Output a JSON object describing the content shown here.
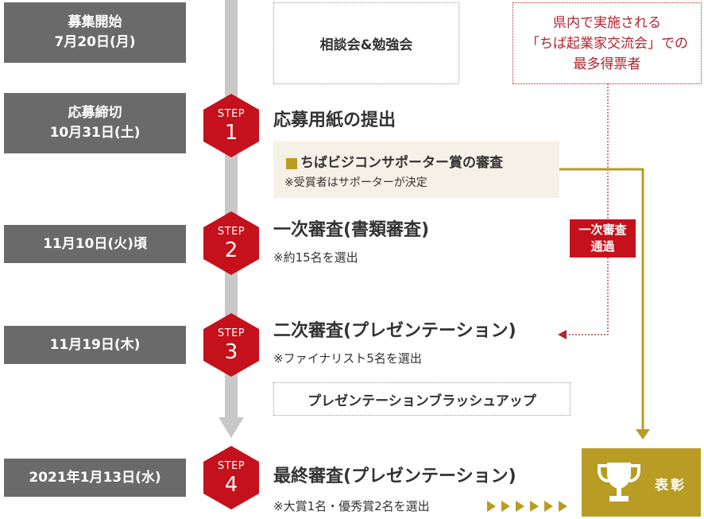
{
  "dates": [
    {
      "line1": "募集開始",
      "line2": "7月20日(月)"
    },
    {
      "line1": "応募締切",
      "line2": "10月31日(土)"
    },
    {
      "line1": "11月10日(火)頃"
    },
    {
      "line1": "11月19日(木)"
    },
    {
      "line1": "2021年1月13日(水)"
    }
  ],
  "consultation": "相談会&勉強会",
  "prefecture_box": {
    "line1": "県内で実施される",
    "line2": "「ちば起業家交流会」での",
    "line3": "最多得票者"
  },
  "steps": [
    {
      "label": "STEP",
      "number": "1",
      "title": "応募用紙の提出"
    },
    {
      "label": "STEP",
      "number": "2",
      "title": "一次審査(書類審査)",
      "note": "※約15名を選出"
    },
    {
      "label": "STEP",
      "number": "3",
      "title": "二次審査(プレゼンテーション)",
      "note": "※ファイナリスト5名を選出"
    },
    {
      "label": "STEP",
      "number": "4",
      "title": "最終審査(プレゼンテーション)",
      "note": "※大賞1名・優秀賞2名を選出"
    }
  ],
  "supporter": {
    "label": "ちばビジコンサポーター賞の審査",
    "note": "※受賞者はサポーターが決定"
  },
  "first_pass": {
    "line1": "一次審査",
    "line2": "通過"
  },
  "brushup": "プレゼンテーションブラッシュアップ",
  "award": {
    "label": "表彰",
    "icon": "trophy-icon"
  },
  "colors": {
    "step_red": "#c4111c",
    "gold": "#b89c24",
    "date_gray": "#6a6a6a",
    "timeline_gray": "#c8c8c8",
    "note_red": "#b1232d"
  }
}
